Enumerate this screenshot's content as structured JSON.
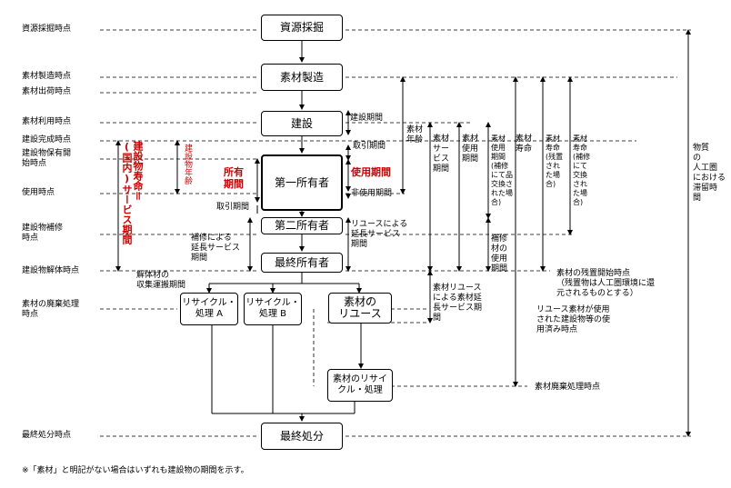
{
  "timepoints": {
    "resource_mining": "資源採掘時点",
    "material_production": "素材製造時点",
    "material_shipping": "素材出荷時点",
    "material_use": "素材利用時点",
    "construction_complete": "建設完成時点",
    "possession_start": "建設物保有開\n始時点",
    "use_point": "使用時点",
    "repair_point": "建設物補修\n時点",
    "demolition": "建設物解体時点",
    "material_disposal": "素材の廃棄処理\n時点",
    "final_disposal": "最終処分時点"
  },
  "boxes": {
    "mining": "資源採掘",
    "manufacturing": "素材製造",
    "construction": "建設",
    "first_owner": "第一所有者",
    "second_owner": "第二所有者",
    "final_owner": "最終所有者",
    "recycle_a": "リサイクル・\n処理 A",
    "recycle_b": "リサイクル・\n処理 B",
    "reuse": "素材の\nリユース",
    "material_recycle": "素材のリサイ\nクル・処理",
    "final_disposal": "最終処分"
  },
  "labels": {
    "lifespan": "建設物寿命＝\n(国内)サービス期間",
    "building_age": "建設物年齢",
    "ownership_period": "所有\n期間",
    "usage_period": "使用期間",
    "construction_period": "建設期間",
    "transaction_period_1": "取引期間",
    "transaction_period_2": "取引期間",
    "non_use_period": "非使用期間",
    "repair_extension": "補修による\n延長サービス\n期間",
    "reuse_extension": "リユースによる\n延長サービス\n期間",
    "demolition_transport": "解体材の\n収集運搬期間",
    "material_age": "素材\n年齢",
    "material_service": "素材\nサー\nビス\n期間",
    "material_use_period": "素材\n使用\n期間",
    "material_use_period_repair": "素材\n使用\n期間\n(補修\nにて品\n交換さ\nれた場\n合)",
    "material_lifespan": "素材\n寿命",
    "material_life_left": "素材\n寿命\n(残置\nされ\nた場\n合)",
    "material_life_replaced": "素材\n寿命\n(補修\nにて\n交換\nされ\nた場\n合)",
    "stock_period": "物質\nの\n人工圏\nにおける\n滞留時\n間",
    "repair_material_use": "補修\n材の\n使用\n期間",
    "material_reuse_extension": "素材リユース\nによる素材延\n長サービス期\n間",
    "residual_start": "素材の残置開始時点\n（残置物は人工圏環境に還\n元されるものとする）",
    "reuse_used_point": "リユース素材が使用\nされた建設物等の使\n用済み時点",
    "material_disposal_point": "素材廃棄処理時点",
    "footnote": "※「素材」と明記がない場合はいずれも建設物の期間を示す。"
  },
  "colors": {
    "accent": "#d00000"
  }
}
